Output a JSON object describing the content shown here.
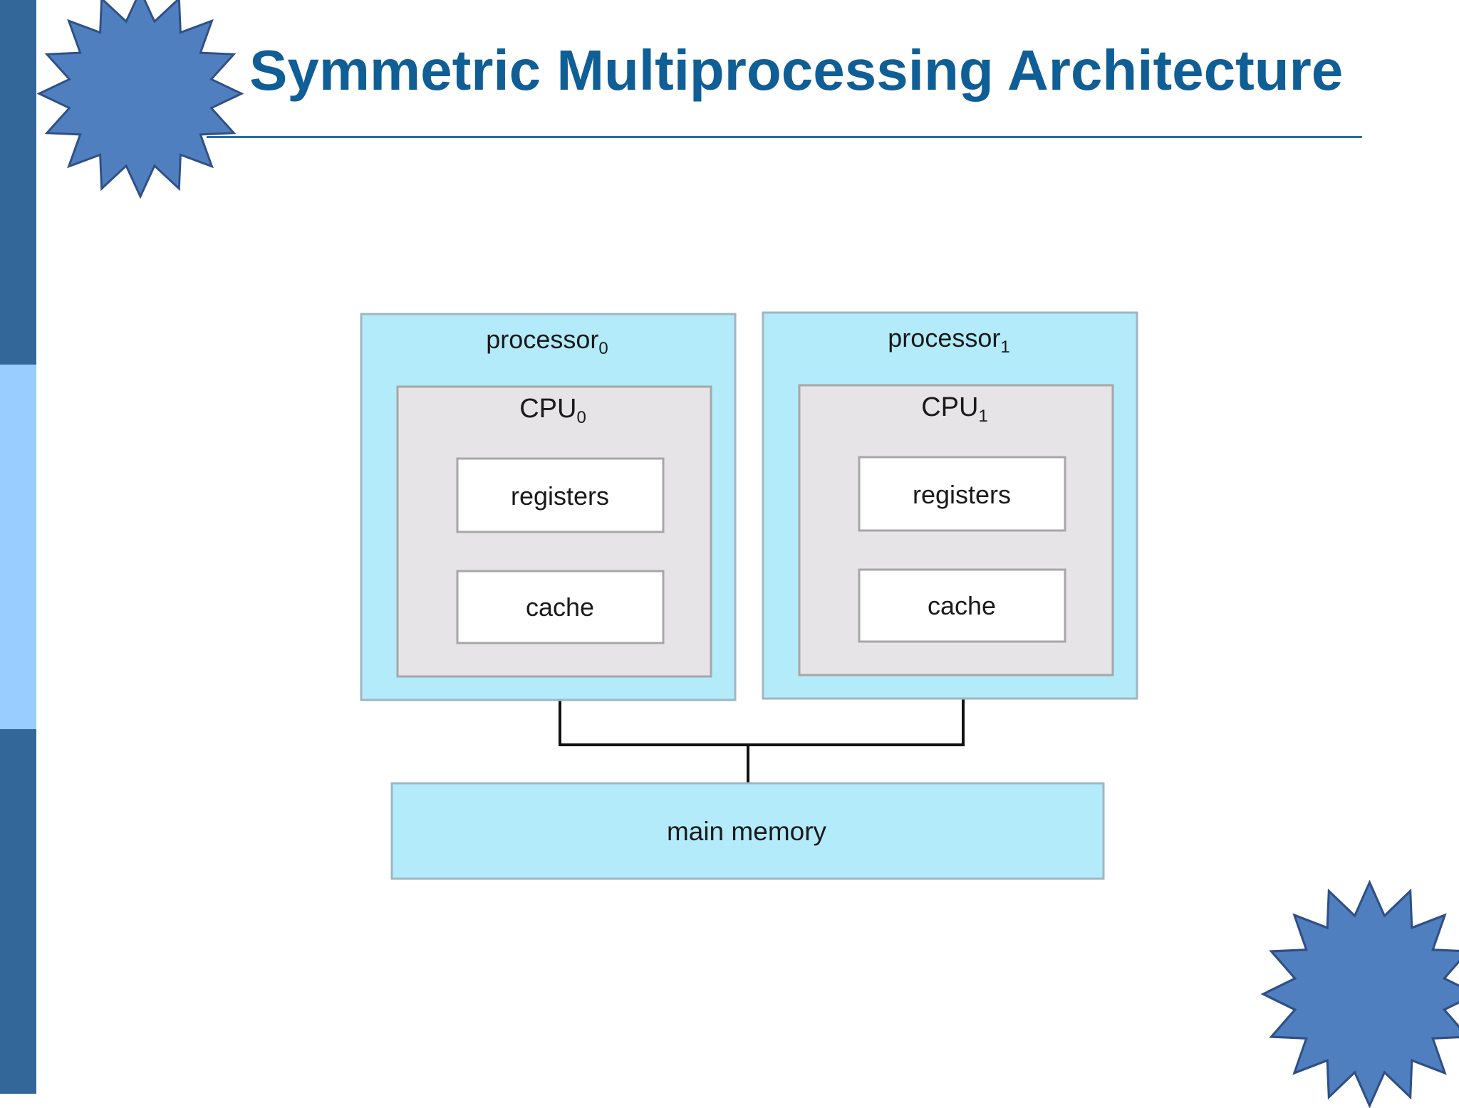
{
  "slide": {
    "title": "Symmetric Multiprocessing Architecture"
  },
  "diagram": {
    "processors": [
      {
        "label": "processor",
        "subscript": "0",
        "cpu_label": "CPU",
        "cpu_subscript": "0",
        "registers": "registers",
        "cache": "cache"
      },
      {
        "label": "processor",
        "subscript": "1",
        "cpu_label": "CPU",
        "cpu_subscript": "1",
        "registers": "registers",
        "cache": "cache"
      }
    ],
    "memory": "main memory"
  },
  "colors": {
    "title": "#0f5e96",
    "sidebar_dark": "#336699",
    "sidebar_light": "#99ccff",
    "starburst_fill": "#4f7fbf",
    "starburst_stroke": "#2f4f85",
    "processor_fill": "#b3ebfb",
    "cpu_fill": "#e6e4e6",
    "memory_fill": "#b3ebfb",
    "line": "#111111"
  },
  "decorations": [
    "starburst-top-left",
    "starburst-bottom-right"
  ]
}
